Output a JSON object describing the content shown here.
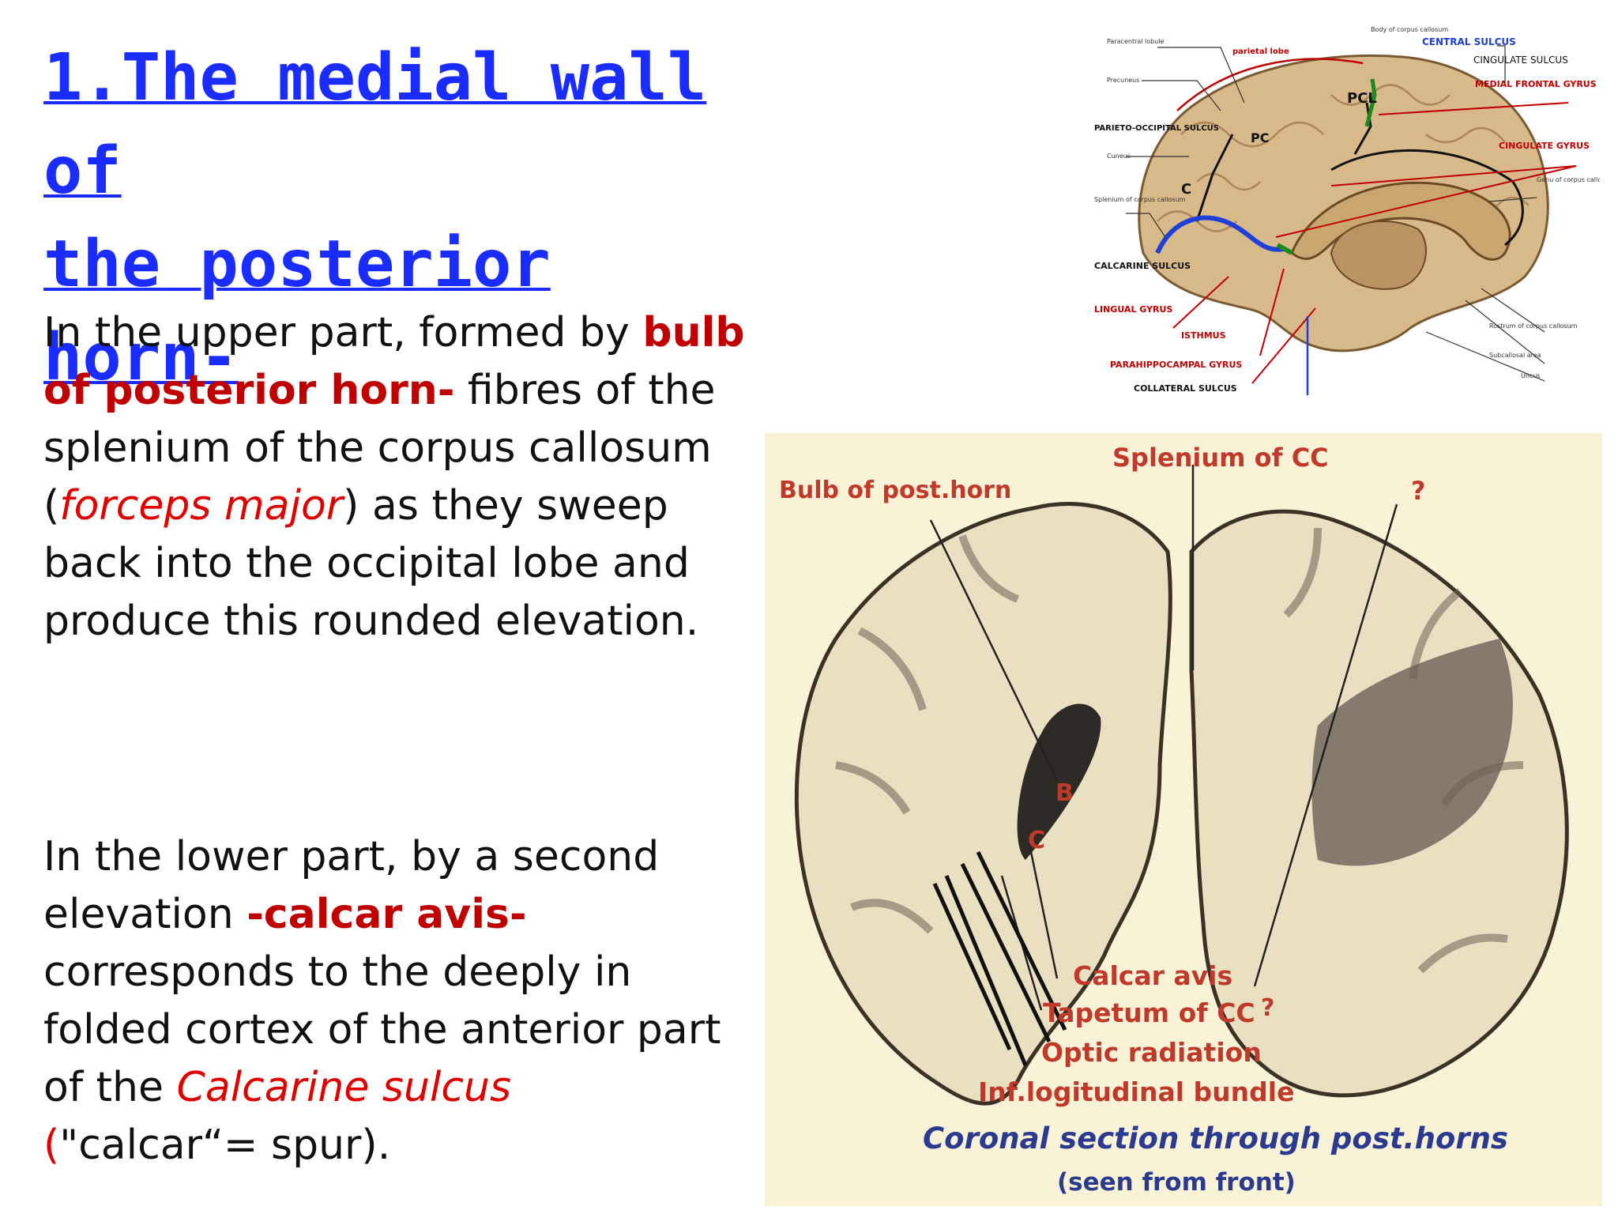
{
  "title": {
    "line1": "1.The  medial wall of",
    "line2": "the posterior horn-"
  },
  "para1": {
    "a": "In the upper part, formed  by ",
    "b": "bulb of posterior horn-",
    "c": " fibres of the splenium of the corpus callosum (",
    "d": "forceps major",
    "e": ") as they sweep back into   the occipital lobe and produce this rounded elevation."
  },
  "para2": {
    "a": "In the lower part, by a second elevation ",
    "b": "-calcar avis-",
    "c": " corresponds to the deeply in folded cortex of the anterior part of the ",
    "d": "Calcarine  sulcus",
    "e": "(",
    "f": "\"calcar“= spur)."
  },
  "brain_labels": {
    "paracentral": "Paracentral lobule",
    "parietal": "parietal  lobe",
    "body_cc": "Body of corpus callosum",
    "central": "CENTRAL SULCUS",
    "cingulate_sulcus": "CINGULATE SULCUS",
    "precuneus": "Precuneus",
    "pcl": "PCL",
    "medial_frontal": "MEDIAL FRONTAL GYRUS",
    "parieto_occipital": "PARIETO-OCCIPITAL SULCUS",
    "pc": "PC",
    "cingulate_gyrus": "CINGULATE GYRUS",
    "cuneus": "Cuneus",
    "genu": "Genu of corpus callosum",
    "c": "C",
    "splenium": "Splenium of corpus callosum",
    "calcarine": "CALCARINE SULCUS",
    "lingual": "LINGUAL GYRUS",
    "rostrum": "Rostrum of corpus callosum",
    "subcallosal": "Subcallosal area",
    "isthmus": "ISTHMUS",
    "parahippocampal": "PARAHIPPOCAMPAL GYRUS",
    "uncus": "Uncus",
    "collateral": "COLLATERAL SULCUS"
  },
  "section_labels": {
    "splenium": "Splenium of CC",
    "bulb": "Bulb of post.horn",
    "q1": "?",
    "b": "B",
    "c": "C",
    "calcar": "Calcar avis",
    "tapetum": "Tapetum of CC",
    "q2": "?",
    "optic": "Optic radiation",
    "inf": "Inf.logitudinal bundle",
    "caption": "Coronal section through post.horns",
    "subcaption": "(seen from front)"
  },
  "colors": {
    "title": "#1a2cff",
    "emphasis": "#c00000",
    "italic": "#e00000",
    "caption": "#2b3a8f"
  }
}
